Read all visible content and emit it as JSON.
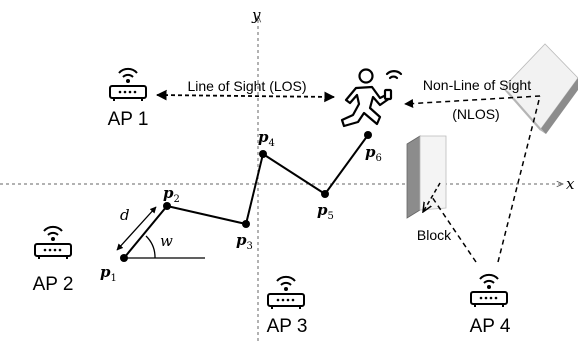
{
  "axes": {
    "x_label": "x",
    "y_label": "y"
  },
  "access_points": [
    {
      "label": "AP 1"
    },
    {
      "label": "AP 2"
    },
    {
      "label": "AP 3"
    },
    {
      "label": "AP 4"
    }
  ],
  "path_points": [
    {
      "sym": "p",
      "sub": "1"
    },
    {
      "sym": "p",
      "sub": "2"
    },
    {
      "sym": "p",
      "sub": "3"
    },
    {
      "sym": "p",
      "sub": "4"
    },
    {
      "sym": "p",
      "sub": "5"
    },
    {
      "sym": "p",
      "sub": "6"
    }
  ],
  "step": {
    "length_label": "d",
    "angle_label": "w"
  },
  "links": {
    "los_label": "Line of Sight (LOS)",
    "nlos_line1": "Non-Line of Sight",
    "nlos_line2": "(NLOS)",
    "block_label": "Block"
  },
  "colors": {
    "ink": "#000000",
    "wall_light": "#f2f2f2",
    "wall_side": "#bcbcbc",
    "wall_shadow": "#8c8c8c"
  }
}
